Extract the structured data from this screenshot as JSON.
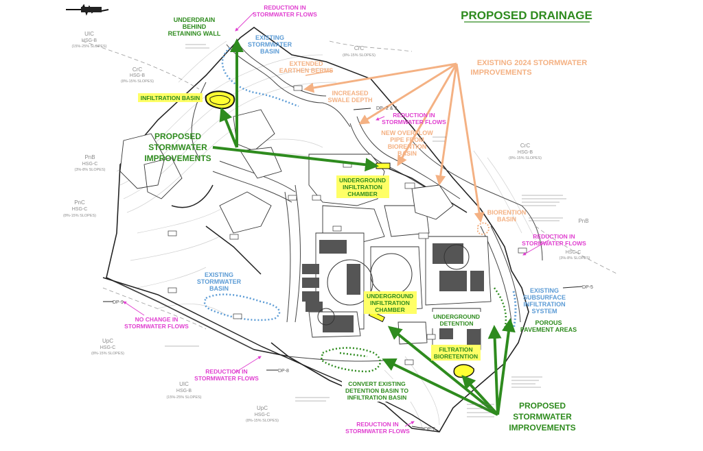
{
  "title": "PROPOSED DRAINAGE",
  "colors": {
    "proposed": "#2e8b1e",
    "existing_improvement": "#f4b183",
    "existing_basin": "#5b9bd5",
    "flow_note": "#e040d0",
    "highlight": "#ffff66",
    "title": "#2e8b1e"
  },
  "labels": {
    "underdrain": [
      "UNDERDRAIN",
      "BEHIND",
      "RETAINING WALL"
    ],
    "reduction": [
      "REDUCTION IN",
      "STORMWATER FLOWS"
    ],
    "existing_sw_basin": [
      "EXISTING",
      "STORMWATER",
      "BASIN"
    ],
    "extended_berms": [
      "EXTENDED",
      "EARTHEN BERMS"
    ],
    "existing_2024": [
      "EXISTING 2024 STORMWATER",
      "IMPROVEMENTS"
    ],
    "increased_swale": [
      "INCREASED",
      "SWALE DEPTH"
    ],
    "new_overflow": [
      "NEW OVERFLOW",
      "PIPE FROM",
      "BIORENTION",
      "BASIN"
    ],
    "infiltration_basin": "INFILTRATION BASIN",
    "proposed_sw": [
      "PROPOSED",
      "STORMWATER",
      "IMPROVEMENTS"
    ],
    "ug_infiltration": [
      "UNDERGROUND",
      "INFILTRATION",
      "CHAMBER"
    ],
    "biorention_basin": [
      "BIORENTION",
      "BASIN"
    ],
    "existing_subsurface": [
      "EXISTING",
      "SUBSURFACE",
      "INFILTRATION",
      "SYSTEM"
    ],
    "porous": [
      "POROUS",
      "PAVEMENT AREAS"
    ],
    "ug_detention": [
      "UNDERGROUND",
      "DETENTION"
    ],
    "filtration": [
      "FILTRATION",
      "BIORETENTION"
    ],
    "no_change": [
      "NO CHANGE IN",
      "STORMWATER FLOWS"
    ],
    "convert": [
      "CONVERT EXISTING",
      "DETENTION BASIN TO",
      "INFILTRATION BASIN"
    ],
    "dp_2_3": "DP- 2 & 3",
    "dp_5": "DP-5",
    "dp_7": "DP-7",
    "dp_8": "DP-8",
    "dp_9": "DP-9"
  },
  "soils": {
    "uic_top": [
      "UIC",
      "HSG-B",
      "(15%-25% SLOPES)"
    ],
    "crc_left": [
      "CrC",
      "HSG-B",
      "(8%-15% SLOPES)"
    ],
    "crc_top": [
      "CrC",
      "(8%-15% SLOPES)"
    ],
    "pnb_left": [
      "PnB",
      "HSG-C",
      "(3%-8% SLOPES)"
    ],
    "pnc": [
      "PnC",
      "HSG-C",
      "(8%-15% SLOPES)"
    ],
    "crc_right": [
      "CrC",
      "HSG-B",
      "(8%-15% SLOPES)"
    ],
    "pnb_right": [
      "PnB"
    ],
    "hsg_right": [
      "HSG-C",
      "(3%-8% SLOPES)"
    ],
    "upc_left": [
      "UpC",
      "HSG-C",
      "(8%-15% SLOPES)"
    ],
    "uic_bottom": [
      "UIC",
      "HSG-B",
      "(15%-25% SLOPES)"
    ],
    "upc_bottom": [
      "UpC",
      "HSG-C",
      "(8%-15% SLOPES)"
    ]
  },
  "icons": {
    "north_arrow": "north-arrow-icon"
  }
}
